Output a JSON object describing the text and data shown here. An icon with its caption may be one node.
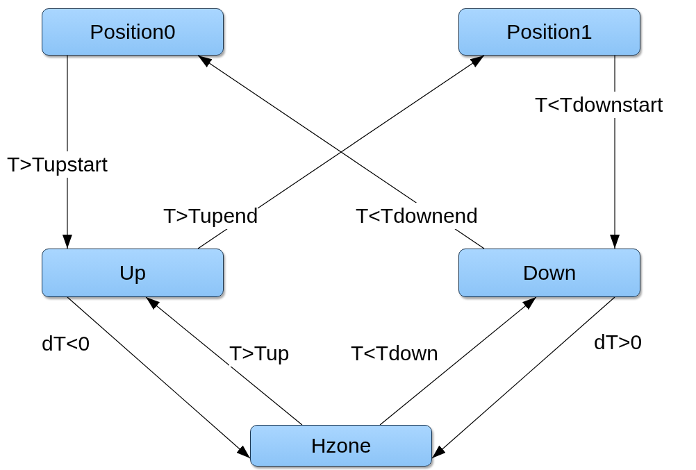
{
  "diagram": {
    "nodes": [
      {
        "text": [
          "Position0"
        ]
      },
      {
        "text": [
          "Position1"
        ]
      },
      {
        "text": [
          "Up"
        ]
      },
      {
        "text": [
          "Down"
        ]
      },
      {
        "text": [
          "Hzone"
        ]
      }
    ],
    "edges": [
      {
        "from": 0,
        "to": 2,
        "arrow": "to",
        "label": "T>Tupstart"
      },
      {
        "from": 2,
        "to": 1,
        "arrow": "to",
        "label": "T>Tupend"
      },
      {
        "from": 3,
        "to": 0,
        "arrow": "to",
        "label": "T<Tdownend"
      },
      {
        "from": 1,
        "to": 3,
        "arrow": "to",
        "label": "T<Tdownstart"
      },
      {
        "from": 2,
        "to": 4,
        "arrow": "to",
        "label": "dT<0"
      },
      {
        "from": 4,
        "to": 2,
        "arrow": "to",
        "label": "T>Tup"
      },
      {
        "from": 4,
        "to": 3,
        "arrow": "to",
        "label": "T<Tdown"
      },
      {
        "from": 3,
        "to": 4,
        "arrow": "to",
        "label": "dT>0"
      }
    ]
  }
}
